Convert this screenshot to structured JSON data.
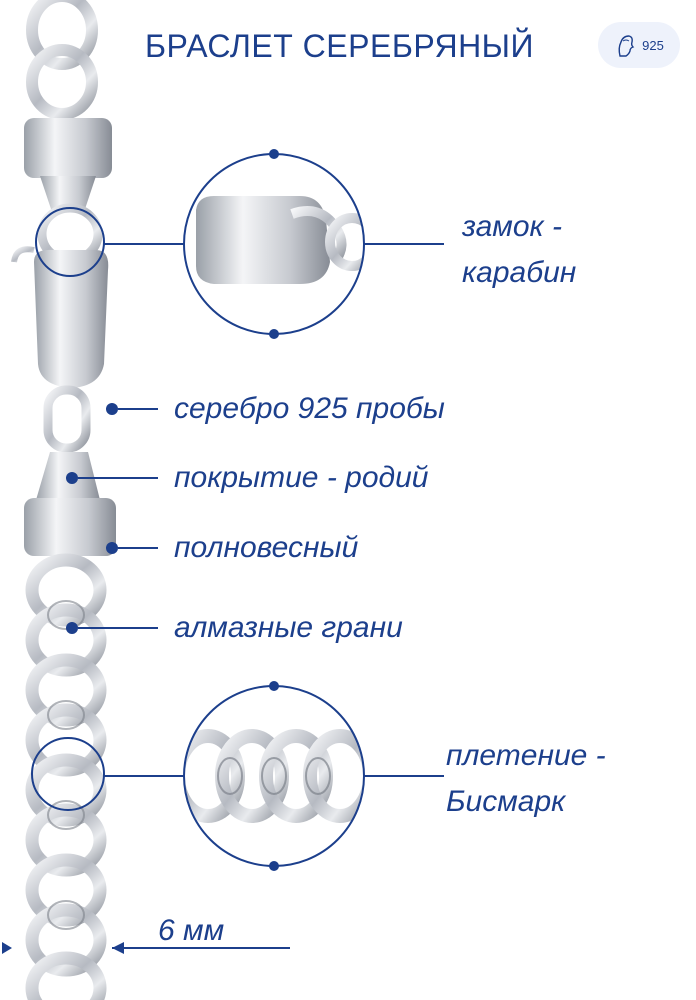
{
  "title": "БРАСЛЕТ СЕРЕБРЯНЫЙ",
  "badge": {
    "text": "925",
    "icon": "goddess-head-icon"
  },
  "features": {
    "clasp": "замок - карабин",
    "silver": "серебро 925 пробы",
    "coating": "покрытие - родий",
    "weight": "полновесный",
    "facets": "алмазные грани",
    "weave": "плетение - Бисмарк"
  },
  "width": "6 мм",
  "colors": {
    "accent": "#1c3f8c",
    "silver": "#c9ccd2",
    "badge_bg": "#eef2fb"
  }
}
